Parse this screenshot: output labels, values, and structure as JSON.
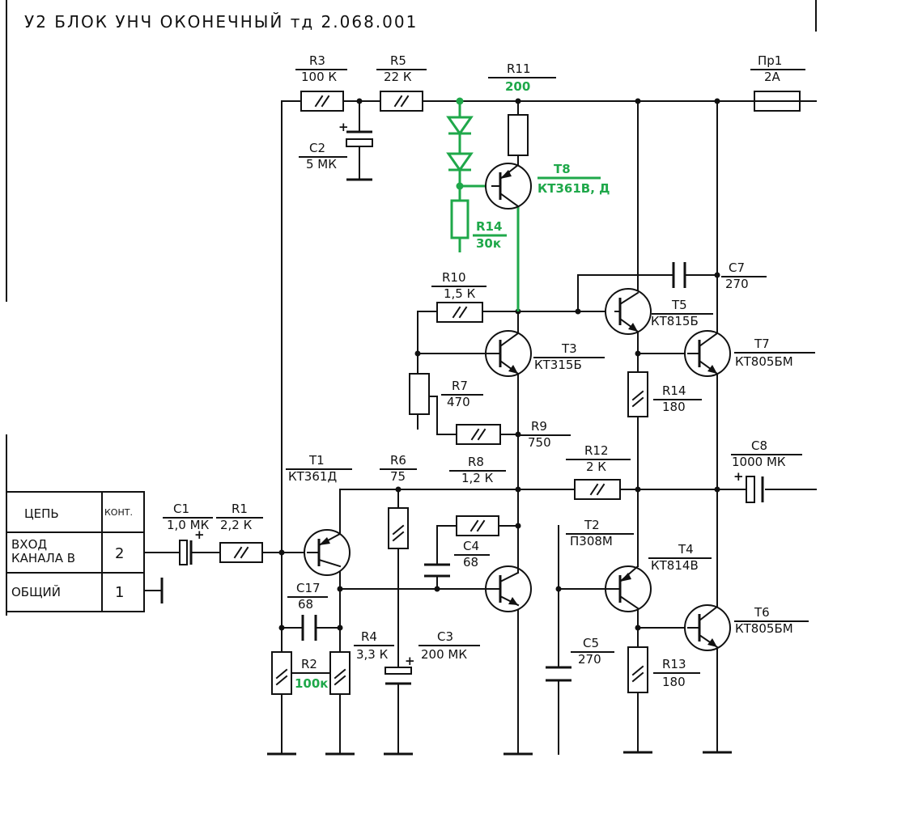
{
  "title": "У2 БЛОК УНЧ ОКОНЕЧНЫЙ    тд 2.068.001",
  "connector_table": {
    "header": [
      "ЦЕПЬ",
      "КОНТ."
    ],
    "rows": [
      {
        "name_line1": "ВХОД",
        "name_line2": "КАНАЛА В",
        "pin": "2"
      },
      {
        "name_line1": "ОБЩИЙ",
        "name_line2": "",
        "pin": "1"
      }
    ]
  },
  "components": {
    "R1": {
      "ref": "R1",
      "value": "2,2 К"
    },
    "R2": {
      "ref": "R2",
      "value": "100к"
    },
    "R3": {
      "ref": "R3",
      "value": "100 К"
    },
    "R4": {
      "ref": "R4",
      "value": "3,3 К"
    },
    "R5": {
      "ref": "R5",
      "value": "22 К"
    },
    "R6": {
      "ref": "R6",
      "value": "75"
    },
    "R7": {
      "ref": "R7",
      "value": "470"
    },
    "R8": {
      "ref": "R8",
      "value": "1,2 К"
    },
    "R9": {
      "ref": "R9",
      "value": "750"
    },
    "R10": {
      "ref": "R10",
      "value": "1,5 К"
    },
    "R11": {
      "ref": "R11",
      "value": "200"
    },
    "R12": {
      "ref": "R12",
      "value": "2 К"
    },
    "R13": {
      "ref": "R13",
      "value": "180"
    },
    "R14a": {
      "ref": "R14",
      "value": "30к"
    },
    "R14b": {
      "ref": "R14",
      "value": "180"
    },
    "C1": {
      "ref": "C1",
      "value": "1,0 МК"
    },
    "C2": {
      "ref": "C2",
      "value": "5 МК"
    },
    "C3": {
      "ref": "C3",
      "value": "200 МК"
    },
    "C4": {
      "ref": "C4",
      "value": "68"
    },
    "C5": {
      "ref": "C5",
      "value": "270"
    },
    "C7": {
      "ref": "C7",
      "value": "270"
    },
    "C8": {
      "ref": "C8",
      "value": "1000 МК"
    },
    "C17": {
      "ref": "C17",
      "value": "68"
    },
    "Pr1": {
      "ref": "Пр1",
      "value": "2А"
    },
    "T1": {
      "ref": "T1",
      "value": "КТ361Д"
    },
    "T2": {
      "ref": "T2",
      "value": "П308М"
    },
    "T3": {
      "ref": "T3",
      "value": "КТ315Б"
    },
    "T4": {
      "ref": "T4",
      "value": "КТ814В"
    },
    "T5": {
      "ref": "T5",
      "value": "КТ815Б"
    },
    "T6": {
      "ref": "T6",
      "value": "КТ805БМ"
    },
    "T7": {
      "ref": "T7",
      "value": "КТ805БМ"
    },
    "T8": {
      "ref": "T8",
      "value": "КТ361В, Д"
    }
  },
  "polarity_mark": "+",
  "colors": {
    "ink": "#111111",
    "modification": "#1fa84a",
    "background": "#ffffff"
  }
}
